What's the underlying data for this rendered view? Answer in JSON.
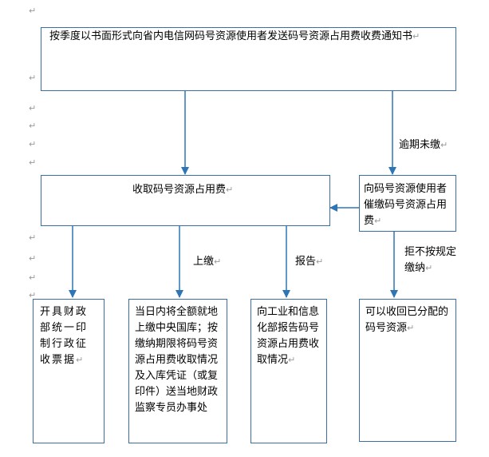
{
  "nodes": {
    "notice": "按季度以书面形式向省内电信网码号资源使用者发送码号资源占用费收费通知书",
    "collect": "收取码号资源占用费",
    "urge": "向码号资源使用者催缴码号资源占用费",
    "receipt": "开具财政部统一印制行政征收票据",
    "deposit": "当日内将全额就地上缴中央国库；按缴纳期限将码号资源占用费收取情况及入库凭证（或复印件）送当地财政监察专员办事处",
    "report": "向工业和信息化部报告码号资源占用费收取情况",
    "reclaim": "可以收回已分配的码号资源"
  },
  "edge_labels": {
    "overdue": "逾期未缴",
    "refuse": "拒不按规定缴纳",
    "pay": "上缴",
    "report": "报告"
  },
  "marks": {
    "return": "↵",
    "paragraph": "↵"
  },
  "colors": {
    "box_border": "#3a6ea5",
    "arrow": "#2e75b6"
  }
}
